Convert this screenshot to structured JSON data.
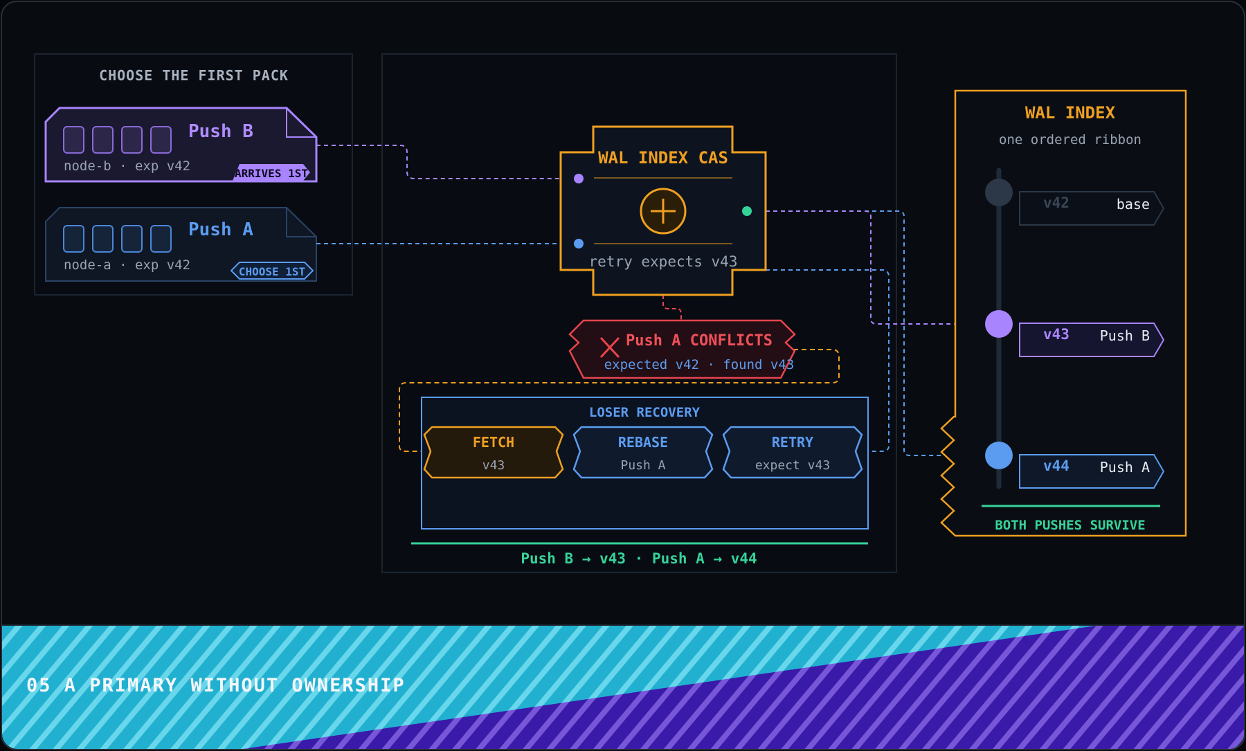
{
  "colors": {
    "background": "#080b10",
    "panel": "#0b0f16",
    "orange": "#f0a020",
    "purple": "#a884ff",
    "blue": "#5b9cf0",
    "green": "#36d399",
    "red": "#e8454d",
    "muted": "#9aa3b2",
    "banner_cyan": "#22b2d2",
    "banner_violet": "#3a1aa8"
  },
  "left_panel": {
    "title": "CHOOSE THE FIRST PACK",
    "push_b": {
      "name": "Push B",
      "meta": "node-b · exp v42",
      "badge": "ARRIVES 1ST"
    },
    "push_a": {
      "name": "Push A",
      "meta": "node-a · exp v42",
      "badge": "CHOOSE 1ST"
    }
  },
  "cas": {
    "title": "WAL INDEX CAS",
    "plus": "+",
    "caption": "retry expects v43"
  },
  "conflict": {
    "title": "Push A CONFLICTS",
    "detail": "expected v42 · found v43",
    "icon": "x-icon"
  },
  "recovery": {
    "title": "LOSER RECOVERY",
    "steps": [
      {
        "label": "FETCH",
        "sub": "v43"
      },
      {
        "label": "REBASE",
        "sub": "Push A"
      },
      {
        "label": "RETRY",
        "sub": "expect v43"
      }
    ],
    "result": "Push B → v43 · Push A → v44"
  },
  "wal_index": {
    "title": "WAL INDEX",
    "subtitle": "one ordered ribbon",
    "entries": [
      {
        "version": "v42",
        "label": "base"
      },
      {
        "version": "v43",
        "label": "Push B"
      },
      {
        "version": "v44",
        "label": "Push A"
      }
    ],
    "footer": "BOTH PUSHES SURVIVE"
  },
  "banner": {
    "title": "05  A PRIMARY WITHOUT OWNERSHIP"
  }
}
